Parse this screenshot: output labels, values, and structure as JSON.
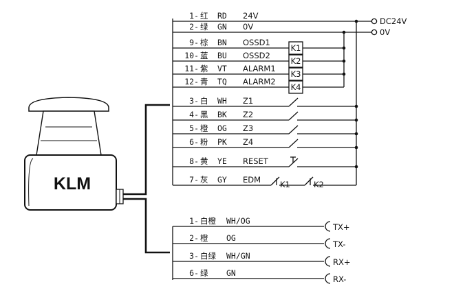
{
  "device": {
    "logo": "KLM"
  },
  "power": [
    {
      "label": "DC24V"
    },
    {
      "label": "0V"
    }
  ],
  "relays": [
    "K1",
    "K2",
    "K3",
    "K4"
  ],
  "wires": [
    {
      "num": "1-",
      "color": "红",
      "code": "RD",
      "signal": "24V"
    },
    {
      "num": "2-",
      "color": "绿",
      "code": "GN",
      "signal": "0V"
    },
    {
      "num": "9-",
      "color": "棕",
      "code": "BN",
      "signal": "OSSD1"
    },
    {
      "num": "10-",
      "color": "蓝",
      "code": "BU",
      "signal": "OSSD2"
    },
    {
      "num": "11-",
      "color": "紫",
      "code": "VT",
      "signal": "ALARM1"
    },
    {
      "num": "12-",
      "color": "青",
      "code": "TQ",
      "signal": "ALARM2"
    },
    {
      "num": "3-",
      "color": "白",
      "code": "WH",
      "signal": "Z1"
    },
    {
      "num": "4-",
      "color": "黑",
      "code": "BK",
      "signal": "Z2"
    },
    {
      "num": "5-",
      "color": "橙",
      "code": "OG",
      "signal": "Z3"
    },
    {
      "num": "6-",
      "color": "粉",
      "code": "PK",
      "signal": "Z4"
    },
    {
      "num": "8-",
      "color": "黄",
      "code": "YE",
      "signal": "RESET"
    },
    {
      "num": "7-",
      "color": "灰",
      "code": "GY",
      "signal": "EDM"
    }
  ],
  "edm_contacts": [
    "K1",
    "K2"
  ],
  "comm_wires": [
    {
      "num": "1-",
      "color": "白橙",
      "code": "WH/OG",
      "signal": "TX+"
    },
    {
      "num": "2-",
      "color": "橙",
      "code": "OG",
      "signal": "TX-"
    },
    {
      "num": "3-",
      "color": "白绿",
      "code": "WH/GN",
      "signal": "RX+"
    },
    {
      "num": "6-",
      "color": "绿",
      "code": "GN",
      "signal": "RX-"
    }
  ]
}
